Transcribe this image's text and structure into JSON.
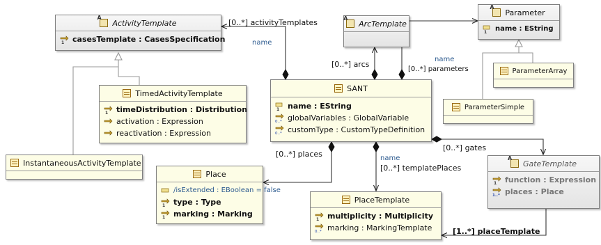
{
  "classes": {
    "activity_template": {
      "name": "ActivityTemplate",
      "attrs": [
        "casesTemplate : CasesSpecification"
      ]
    },
    "timed_activity_template": {
      "name": "TimedActivityTemplate",
      "attrs": [
        "timeDistribution : Distribution",
        "activation : Expression",
        "reactivation : Expression"
      ]
    },
    "instantaneous_activity_template": {
      "name": "InstantaneousActivityTemplate"
    },
    "arc_template": {
      "name": "ArcTemplate"
    },
    "sant": {
      "name": "SANT",
      "attrs": [
        "name : EString",
        "globalVariables : GlobalVariable",
        "customType : CustomTypeDefinition"
      ]
    },
    "parameter": {
      "name": "Parameter",
      "attrs": [
        "name : EString"
      ]
    },
    "parameter_array": {
      "name": "ParameterArray"
    },
    "parameter_simple": {
      "name": "ParameterSimple"
    },
    "place": {
      "name": "Place",
      "attrs": [
        "/isExtended : EBoolean = false",
        "type : Type",
        "marking : Marking"
      ]
    },
    "place_template": {
      "name": "PlaceTemplate",
      "attrs": [
        "multiplicity : Multiplicity",
        "marking : MarkingTemplate"
      ]
    },
    "gate_template": {
      "name": "GateTemplate",
      "attrs": [
        "function : Expression",
        "places : Place"
      ]
    }
  },
  "labels": {
    "activity_templates": "[0..*] activityTemplates",
    "activity_name": "name",
    "arcs": "[0..*] arcs",
    "parameters": "[0..*] parameters",
    "param_name": "name",
    "places": "[0..*] places",
    "tp_name": "name",
    "template_places": "[0..*] templatePlaces",
    "gates": "[0..*] gates",
    "place_template_ref": "[1..*] placeTemplate"
  },
  "multiplicity_marks": {
    "one": "1",
    "many": "0..*",
    "one_many": "1..*"
  },
  "colors": {
    "class_fill": "#fdfde6",
    "abstract_fill": "#ececec",
    "edge": "#555555",
    "name_label": "#2c5a8f"
  }
}
